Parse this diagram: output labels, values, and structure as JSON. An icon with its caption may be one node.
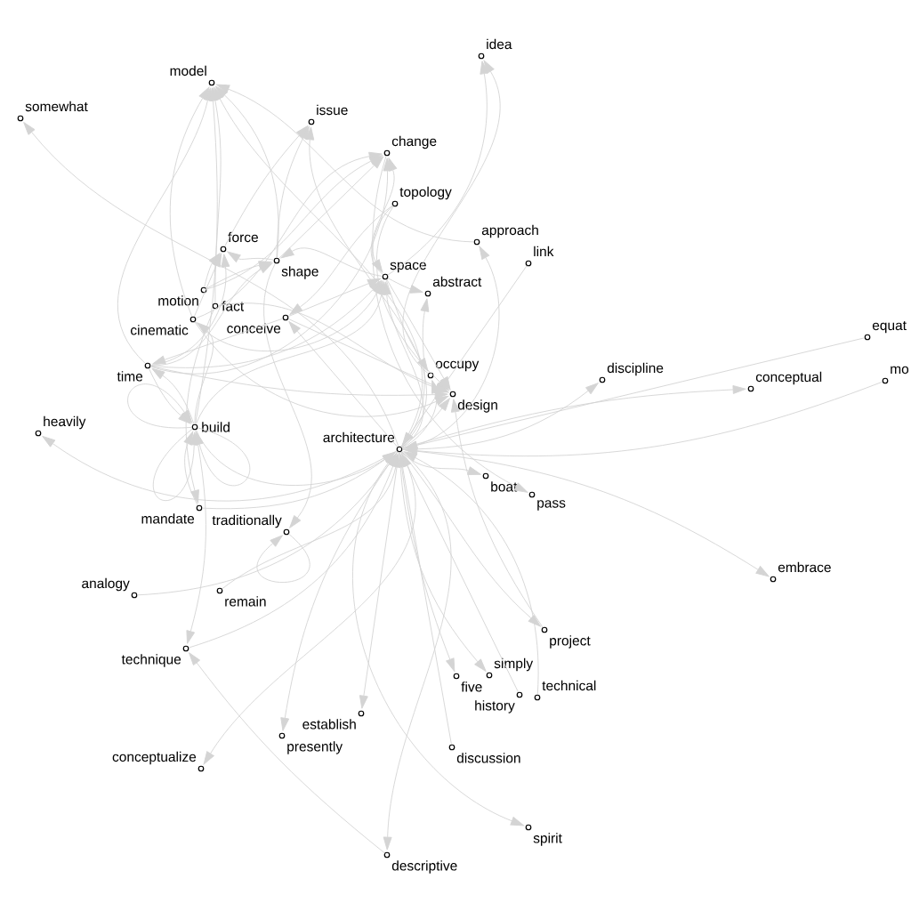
{
  "diagram": {
    "nodes": [
      {
        "text": [
          "idea"
        ]
      },
      {
        "text": [
          "model"
        ]
      },
      {
        "text": [
          "somewhat"
        ]
      },
      {
        "text": [
          "issue"
        ]
      },
      {
        "text": [
          "change"
        ]
      },
      {
        "text": [
          "topology"
        ]
      },
      {
        "text": [
          "approach"
        ]
      },
      {
        "text": [
          "force"
        ]
      },
      {
        "text": [
          "shape"
        ]
      },
      {
        "text": [
          "link"
        ]
      },
      {
        "text": [
          "space"
        ]
      },
      {
        "text": [
          "motion"
        ]
      },
      {
        "text": [
          "abstract"
        ]
      },
      {
        "text": [
          "fact"
        ]
      },
      {
        "text": [
          "cinematic"
        ]
      },
      {
        "text": [
          "conceive"
        ]
      },
      {
        "text": [
          "equat"
        ]
      },
      {
        "text": [
          "time"
        ]
      },
      {
        "text": [
          "occupy"
        ]
      },
      {
        "text": [
          "discipline"
        ]
      },
      {
        "text": [
          "mo"
        ]
      },
      {
        "text": [
          "conceptual"
        ]
      },
      {
        "text": [
          "design"
        ]
      },
      {
        "text": [
          "build"
        ]
      },
      {
        "text": [
          "heavily"
        ]
      },
      {
        "text": [
          "architecture"
        ]
      },
      {
        "text": [
          "boat"
        ]
      },
      {
        "text": [
          "pass"
        ]
      },
      {
        "text": [
          "mandate"
        ]
      },
      {
        "text": [
          "traditionally"
        ]
      },
      {
        "text": [
          "embrace"
        ]
      },
      {
        "text": [
          "remain"
        ]
      },
      {
        "text": [
          "analogy"
        ]
      },
      {
        "text": [
          "project"
        ]
      },
      {
        "text": [
          "technique"
        ]
      },
      {
        "text": [
          "simply"
        ]
      },
      {
        "text": [
          "five"
        ]
      },
      {
        "text": [
          "history"
        ]
      },
      {
        "text": [
          "technical"
        ]
      },
      {
        "text": [
          "establish"
        ]
      },
      {
        "text": [
          "presently"
        ]
      },
      {
        "text": [
          "discussion"
        ]
      },
      {
        "text": [
          "conceptualize"
        ]
      },
      {
        "text": [
          "spirit"
        ]
      },
      {
        "text": [
          "descriptive"
        ]
      }
    ],
    "edges": [
      {
        "from": 25,
        "to": 26,
        "arrow": "to"
      },
      {
        "from": 25,
        "to": 30,
        "arrow": "to"
      },
      {
        "from": 25,
        "to": 33,
        "arrow": "to"
      },
      {
        "from": 25,
        "to": 36,
        "arrow": "to"
      },
      {
        "from": 25,
        "to": 35,
        "arrow": "to"
      },
      {
        "from": 25,
        "to": 43,
        "arrow": "to"
      },
      {
        "from": 25,
        "to": 39,
        "arrow": "to"
      },
      {
        "from": 25,
        "to": 44,
        "arrow": "to"
      },
      {
        "from": 25,
        "to": 40,
        "arrow": "to"
      },
      {
        "from": 25,
        "to": 42,
        "arrow": "to"
      },
      {
        "from": 25,
        "to": 24,
        "arrow": "to"
      },
      {
        "from": 25,
        "to": 19,
        "arrow": "to"
      },
      {
        "from": 25,
        "to": 21,
        "arrow": "to"
      },
      {
        "from": 25,
        "to": 12,
        "arrow": "to"
      },
      {
        "from": 25,
        "to": 6,
        "arrow": "to"
      },
      {
        "from": 25,
        "to": 2,
        "arrow": "to"
      },
      {
        "from": 25,
        "to": 1,
        "arrow": "to"
      },
      {
        "from": 25,
        "to": 3,
        "arrow": "to"
      },
      {
        "from": 25,
        "to": 22,
        "arrow": "to"
      },
      {
        "from": 25,
        "to": 10,
        "arrow": "to"
      },
      {
        "from": 25,
        "to": 18,
        "arrow": "to"
      },
      {
        "from": 25,
        "to": 15,
        "arrow": "to"
      },
      {
        "from": 41,
        "to": 25,
        "arrow": "to"
      },
      {
        "from": 37,
        "to": 25,
        "arrow": "to"
      },
      {
        "from": 38,
        "to": 25,
        "arrow": "to"
      },
      {
        "from": 16,
        "to": 25,
        "arrow": "to"
      },
      {
        "from": 20,
        "to": 25,
        "arrow": "to"
      },
      {
        "from": 28,
        "to": 25,
        "arrow": "to"
      },
      {
        "from": 32,
        "to": 25,
        "arrow": "to"
      },
      {
        "from": 31,
        "to": 25,
        "arrow": "to"
      },
      {
        "from": 23,
        "to": 25,
        "arrow": "to"
      },
      {
        "from": 9,
        "to": 25,
        "arrow": "to"
      },
      {
        "from": 34,
        "to": 25,
        "arrow": "to"
      },
      {
        "from": 17,
        "to": 7,
        "arrow": "to"
      },
      {
        "from": 17,
        "to": 8,
        "arrow": "to"
      },
      {
        "from": 17,
        "to": 4,
        "arrow": "to"
      },
      {
        "from": 17,
        "to": 10,
        "arrow": "to"
      },
      {
        "from": 17,
        "to": 22,
        "arrow": "to"
      },
      {
        "from": 17,
        "to": 23,
        "arrow": "to"
      },
      {
        "from": 23,
        "to": 17,
        "arrow": "to"
      },
      {
        "from": 17,
        "to": 1,
        "arrow": "to"
      },
      {
        "from": 14,
        "to": 7,
        "arrow": "to"
      },
      {
        "from": 14,
        "to": 4,
        "arrow": "to"
      },
      {
        "from": 14,
        "to": 22,
        "arrow": "to"
      },
      {
        "from": 14,
        "to": 10,
        "arrow": "to"
      },
      {
        "from": 11,
        "to": 7,
        "arrow": "to"
      },
      {
        "from": 11,
        "to": 8,
        "arrow": "to"
      },
      {
        "from": 11,
        "to": 4,
        "arrow": "to"
      },
      {
        "from": 13,
        "to": 1,
        "arrow": "to"
      },
      {
        "from": 13,
        "to": 28,
        "arrow": "to"
      },
      {
        "from": 13,
        "to": 22,
        "arrow": "to"
      },
      {
        "from": 14,
        "to": 1,
        "arrow": "to"
      },
      {
        "from": 23,
        "to": 14,
        "arrow": "to"
      },
      {
        "from": 23,
        "to": 34,
        "arrow": "to"
      },
      {
        "from": 23,
        "to": 1,
        "arrow": "to"
      },
      {
        "from": 23,
        "to": 10,
        "arrow": "to"
      },
      {
        "from": 8,
        "to": 7,
        "arrow": "to"
      },
      {
        "from": 8,
        "to": 3,
        "arrow": "to"
      },
      {
        "from": 8,
        "to": 4,
        "arrow": "to"
      },
      {
        "from": 8,
        "to": 1,
        "arrow": "to"
      },
      {
        "from": 8,
        "to": 29,
        "arrow": "to"
      },
      {
        "from": 7,
        "to": 3,
        "arrow": "to"
      },
      {
        "from": 10,
        "to": 12,
        "arrow": "to"
      },
      {
        "from": 10,
        "to": 18,
        "arrow": "to"
      },
      {
        "from": 10,
        "to": 22,
        "arrow": "to"
      },
      {
        "from": 10,
        "to": 0,
        "arrow": "to"
      },
      {
        "from": 10,
        "to": 8,
        "arrow": "to"
      },
      {
        "from": 10,
        "to": 4,
        "arrow": "to"
      },
      {
        "from": 5,
        "to": 15,
        "arrow": "to"
      },
      {
        "from": 5,
        "to": 10,
        "arrow": "to"
      },
      {
        "from": 5,
        "to": 22,
        "arrow": "to"
      },
      {
        "from": 15,
        "to": 10,
        "arrow": "to"
      },
      {
        "from": 15,
        "to": 22,
        "arrow": "to"
      },
      {
        "from": 15,
        "to": 17,
        "arrow": "to"
      },
      {
        "from": 6,
        "to": 1,
        "arrow": "to"
      },
      {
        "from": 18,
        "to": 0,
        "arrow": "to"
      },
      {
        "from": 33,
        "to": 22,
        "arrow": "to"
      },
      {
        "from": 4,
        "to": 27,
        "arrow": "to"
      },
      {
        "from": 44,
        "to": 34,
        "arrow": "to"
      },
      {
        "from": 28,
        "to": 23,
        "arrow": "to"
      },
      {
        "from": 23,
        "to": 23,
        "arrow": "to"
      },
      {
        "from": 23,
        "to": 23,
        "arrow": "to"
      },
      {
        "from": 23,
        "to": 23,
        "arrow": "to"
      },
      {
        "from": 29,
        "to": 29,
        "arrow": "to"
      }
    ]
  }
}
